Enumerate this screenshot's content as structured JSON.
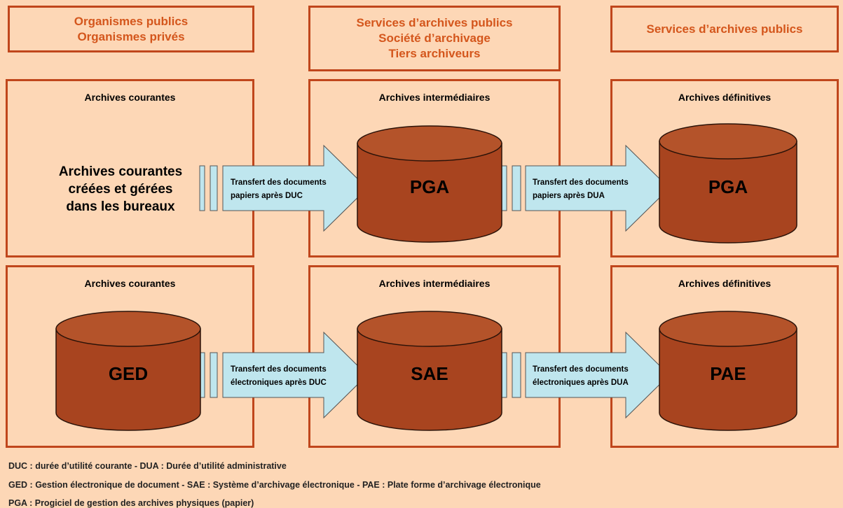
{
  "columns": [
    {
      "header_lines": [
        "Organismes publics",
        "Organismes privés"
      ]
    },
    {
      "header_lines": [
        "Services d’archives publics",
        "Société d’archivage",
        "Tiers archiveurs"
      ]
    },
    {
      "header_lines": [
        "Services d’archives publics"
      ]
    }
  ],
  "panels": {
    "top_left": {
      "title": "Archives courantes",
      "text_lines": [
        "Archives courantes",
        "créées et gérées",
        "dans les bureaux"
      ]
    },
    "top_mid": {
      "title": "Archives intermédiaires",
      "cylinder_label": "PGA"
    },
    "top_right": {
      "title": "Archives définitives",
      "cylinder_label": "PGA"
    },
    "bot_left": {
      "title": "Archives courantes",
      "cylinder_label": "GED"
    },
    "bot_mid": {
      "title": "Archives intermédiaires",
      "cylinder_label": "SAE"
    },
    "bot_right": {
      "title": "Archives définitives",
      "cylinder_label": "PAE"
    }
  },
  "arrows": {
    "top_1": {
      "lines": [
        "Transfert des documents",
        "papiers après DUC"
      ]
    },
    "top_2": {
      "lines": [
        "Transfert des documents",
        "papiers après DUA"
      ]
    },
    "bot_1": {
      "lines": [
        "Transfert des documents",
        "électroniques après DUC"
      ]
    },
    "bot_2": {
      "lines": [
        "Transfert des documents",
        "électroniques après DUA"
      ]
    }
  },
  "legend": [
    "DUC : durée d’utilité courante - DUA : Durée d’utilité administrative",
    "GED : Gestion électronique de document  - SAE : Système d’archivage électronique - PAE : Plate forme d’archivage électronique",
    "PGA : Progiciel de gestion des archives physiques (papier)"
  ],
  "colors": {
    "background": "#fdd7b6",
    "border": "#c0461c",
    "header_text": "#d4561c",
    "cylinder_body": "#a8441f",
    "cylinder_top": "#b4532a",
    "arrow_fill": "#bfe6ee"
  }
}
